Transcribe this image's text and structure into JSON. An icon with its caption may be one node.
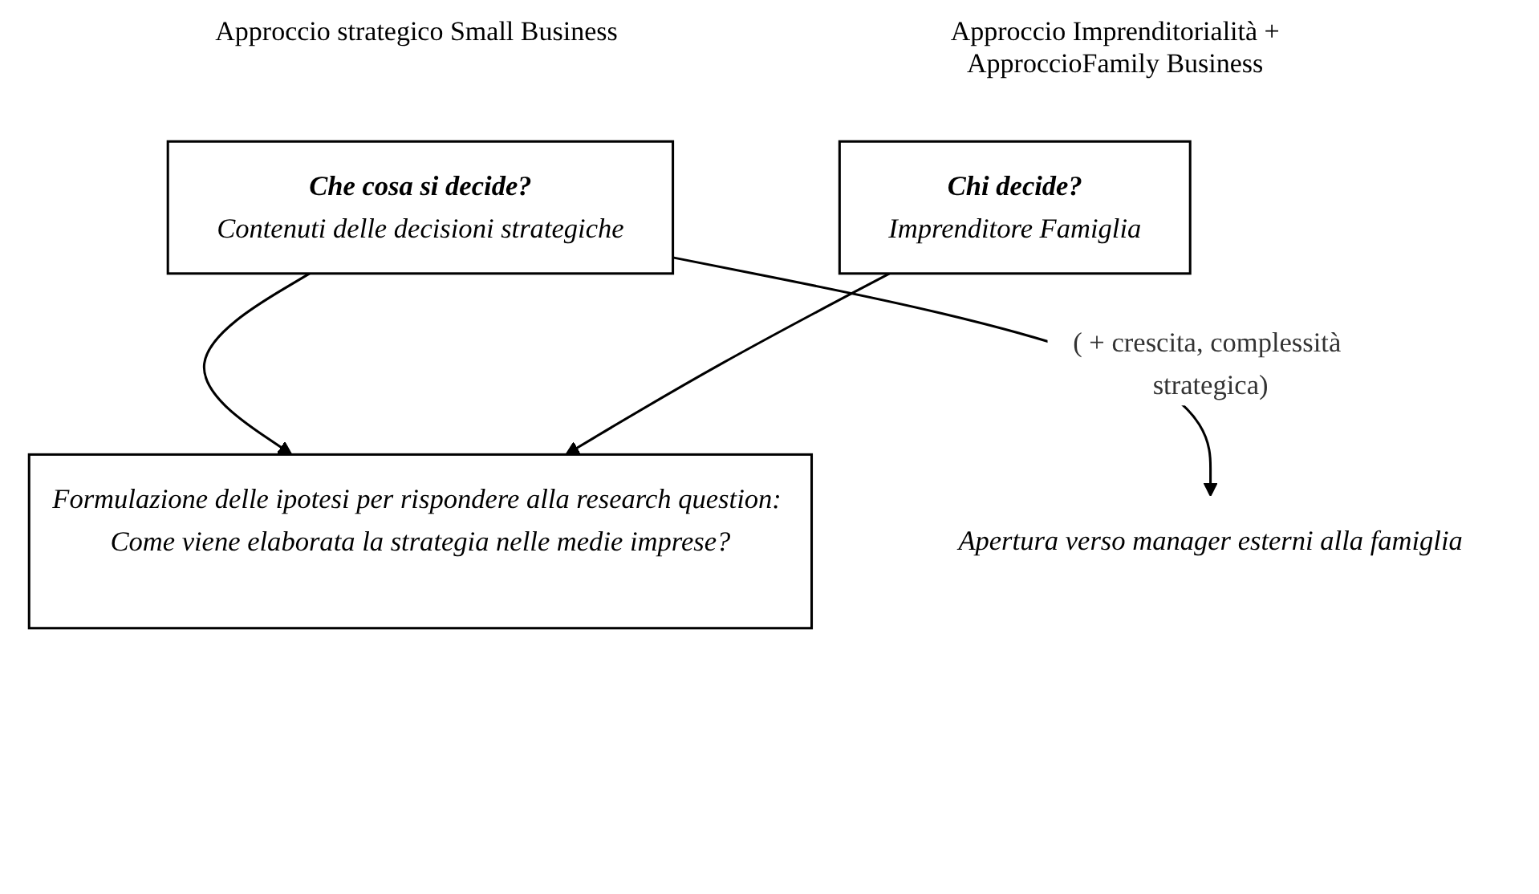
{
  "diagram": {
    "nodes": [
      {
        "text": [
          "Che cosa si decide?",
          "Contenuti delle decisioni strategiche"
        ]
      },
      {
        "text": [
          "Chi decide?",
          "Imprenditore Famiglia"
        ]
      },
      {
        "text": [
          "Apertura verso manager esterni alla famiglia"
        ]
      },
      {
        "text": [
          "Formulazione delle ipotesi per rispondere alla research question: Come viene elaborata la strategia nelle medie imprese?"
        ]
      }
    ],
    "edges": [
      {
        "from": 0,
        "to": 3,
        "arrow": "to"
      },
      {
        "from": 0,
        "to": 2,
        "arrow": "to",
        "label": "( + crescita, complessità strategica)"
      },
      {
        "from": 1,
        "to": 3,
        "arrow": "to"
      }
    ],
    "labels": [
      "Approccio strategico Small Business",
      "Approccio Imprenditorialità + ApproccioFamily Business"
    ]
  }
}
